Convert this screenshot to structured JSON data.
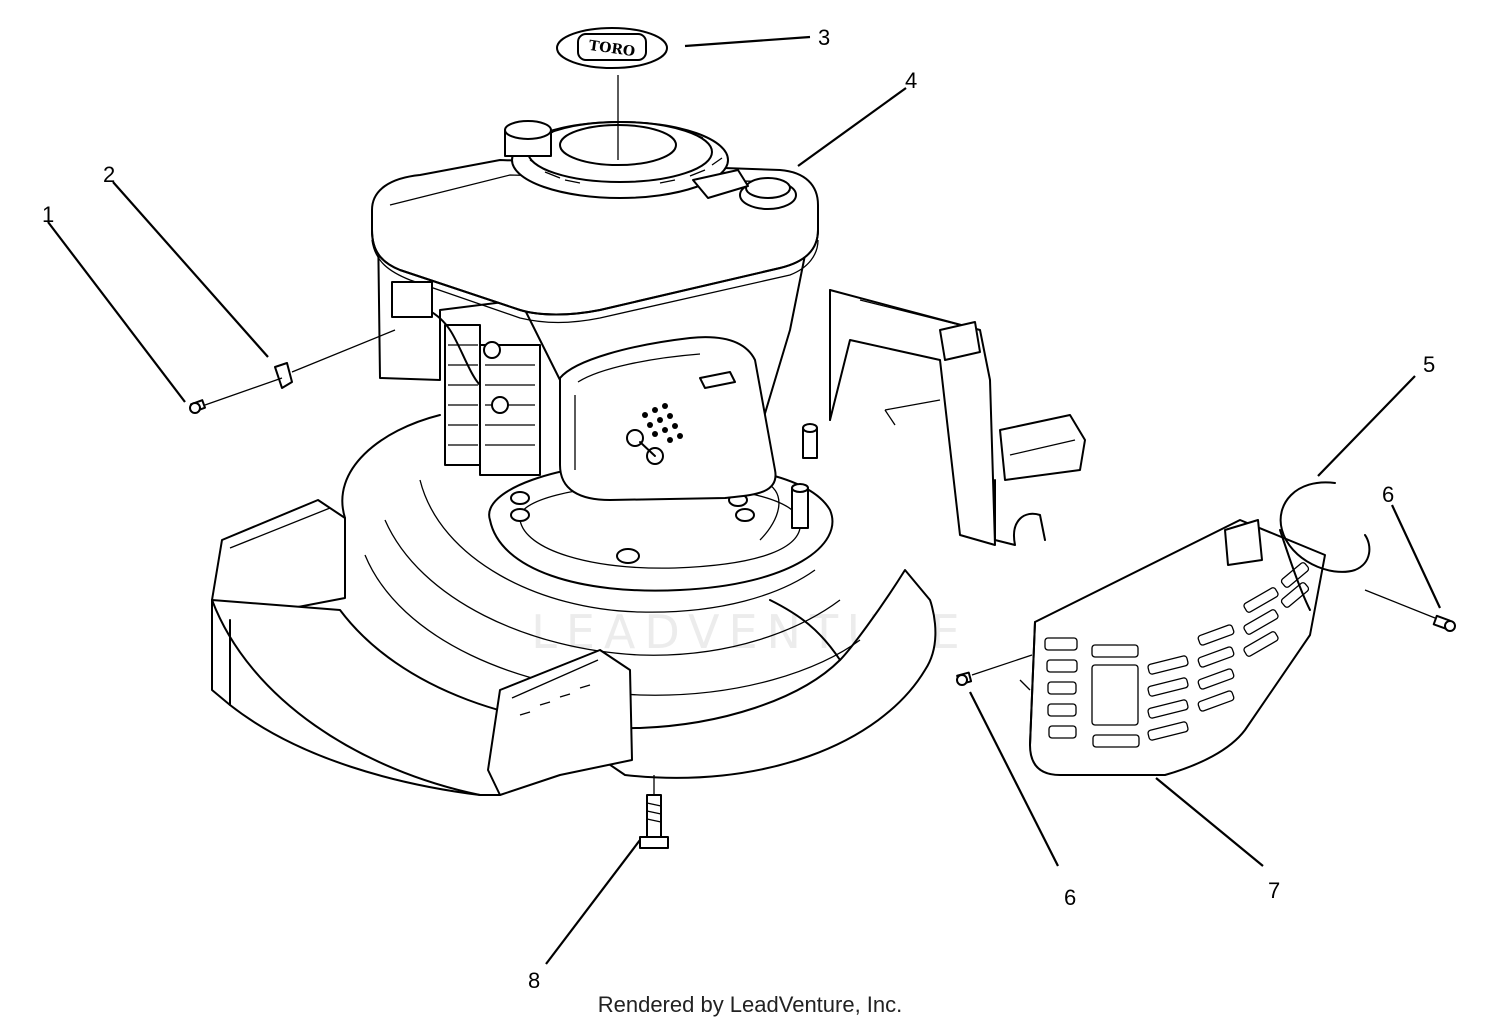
{
  "watermark": "LEADVENTURE",
  "decal_text": "TORO",
  "footer": "Rendered by LeadVenture, Inc.",
  "callouts": [
    {
      "id": "1",
      "label": "1"
    },
    {
      "id": "2",
      "label": "2"
    },
    {
      "id": "3",
      "label": "3"
    },
    {
      "id": "4",
      "label": "4"
    },
    {
      "id": "5",
      "label": "5"
    },
    {
      "id": "6a",
      "label": "6"
    },
    {
      "id": "6b",
      "label": "6"
    },
    {
      "id": "7",
      "label": "7"
    },
    {
      "id": "8",
      "label": "8"
    }
  ]
}
